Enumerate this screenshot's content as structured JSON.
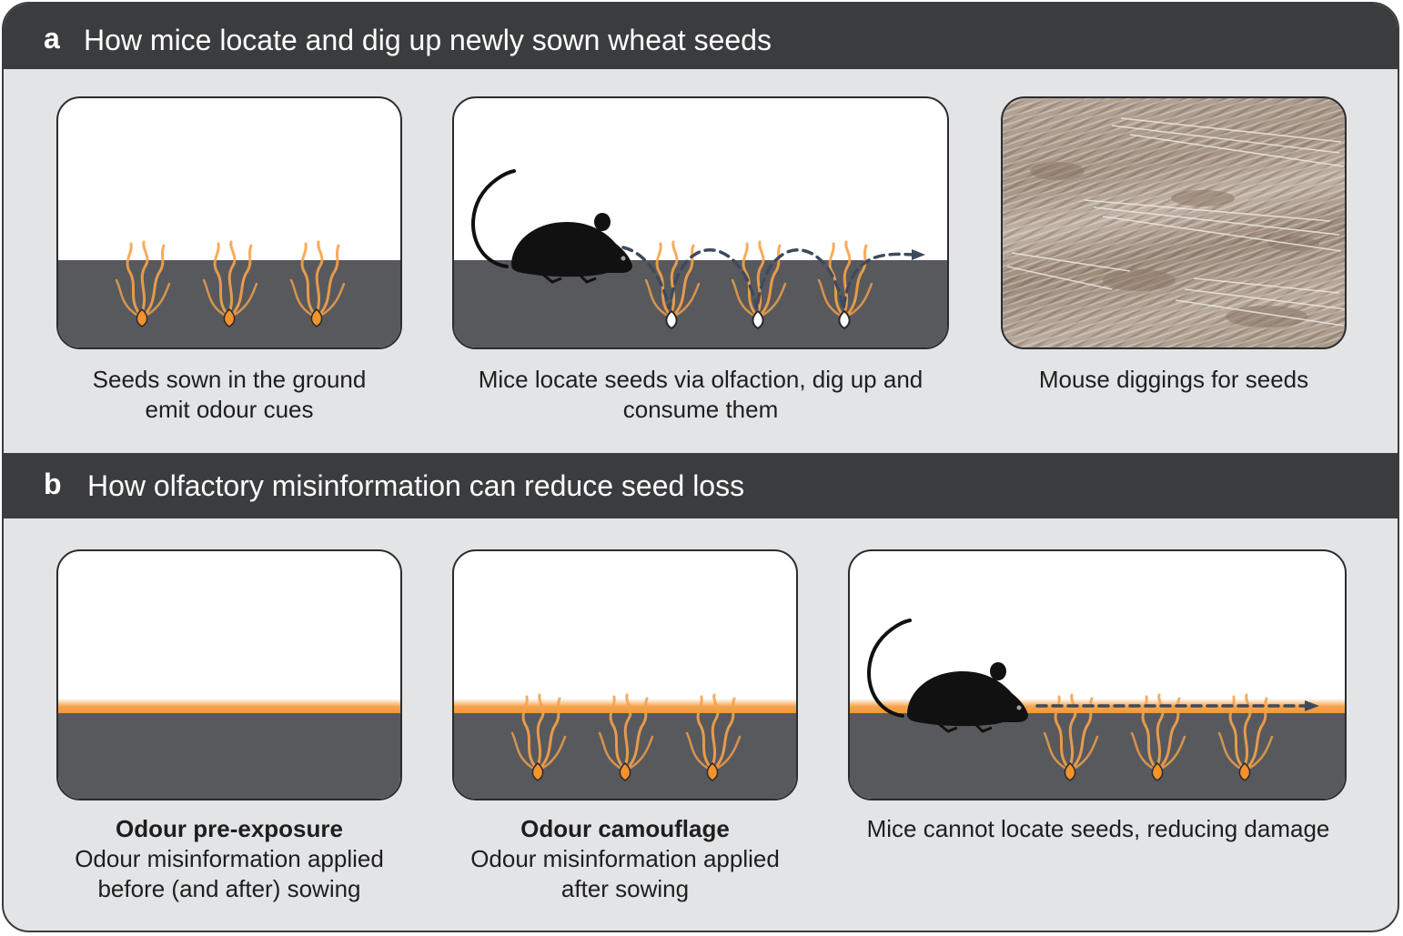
{
  "section_a": {
    "letter": "a",
    "title": "How mice locate and dig up newly sown wheat seeds",
    "captions": {
      "panel1": [
        "Seeds sown in the ground",
        "emit odour cues"
      ],
      "panel2": [
        "Mice locate seeds via olfaction, dig up and",
        "consume them"
      ],
      "panel3": [
        "Mouse diggings for seeds"
      ]
    }
  },
  "section_b": {
    "letter": "b",
    "title": "How olfactory misinformation can reduce seed loss",
    "captions": {
      "panel1": {
        "bold": "Odour pre-exposure",
        "lines": [
          "Odour misinformation applied",
          "before (and after) sowing"
        ]
      },
      "panel2": {
        "bold": "Odour camouflage",
        "lines": [
          "Odour misinformation applied",
          "after sowing"
        ]
      },
      "panel3": [
        "Mice cannot locate seeds, reducing damage"
      ]
    }
  },
  "colors": {
    "header": "#3b3c3e",
    "background": "#e3e4e6",
    "ground": "#58595d",
    "seed": "#f4922c",
    "odour": "#f6a24a",
    "mouse": "#111111",
    "path_arrow": "#3e4a5c"
  },
  "icons": [
    "mouse-icon",
    "seed-icon",
    "odour-plume-icon",
    "dashed-path-arrow-icon"
  ]
}
